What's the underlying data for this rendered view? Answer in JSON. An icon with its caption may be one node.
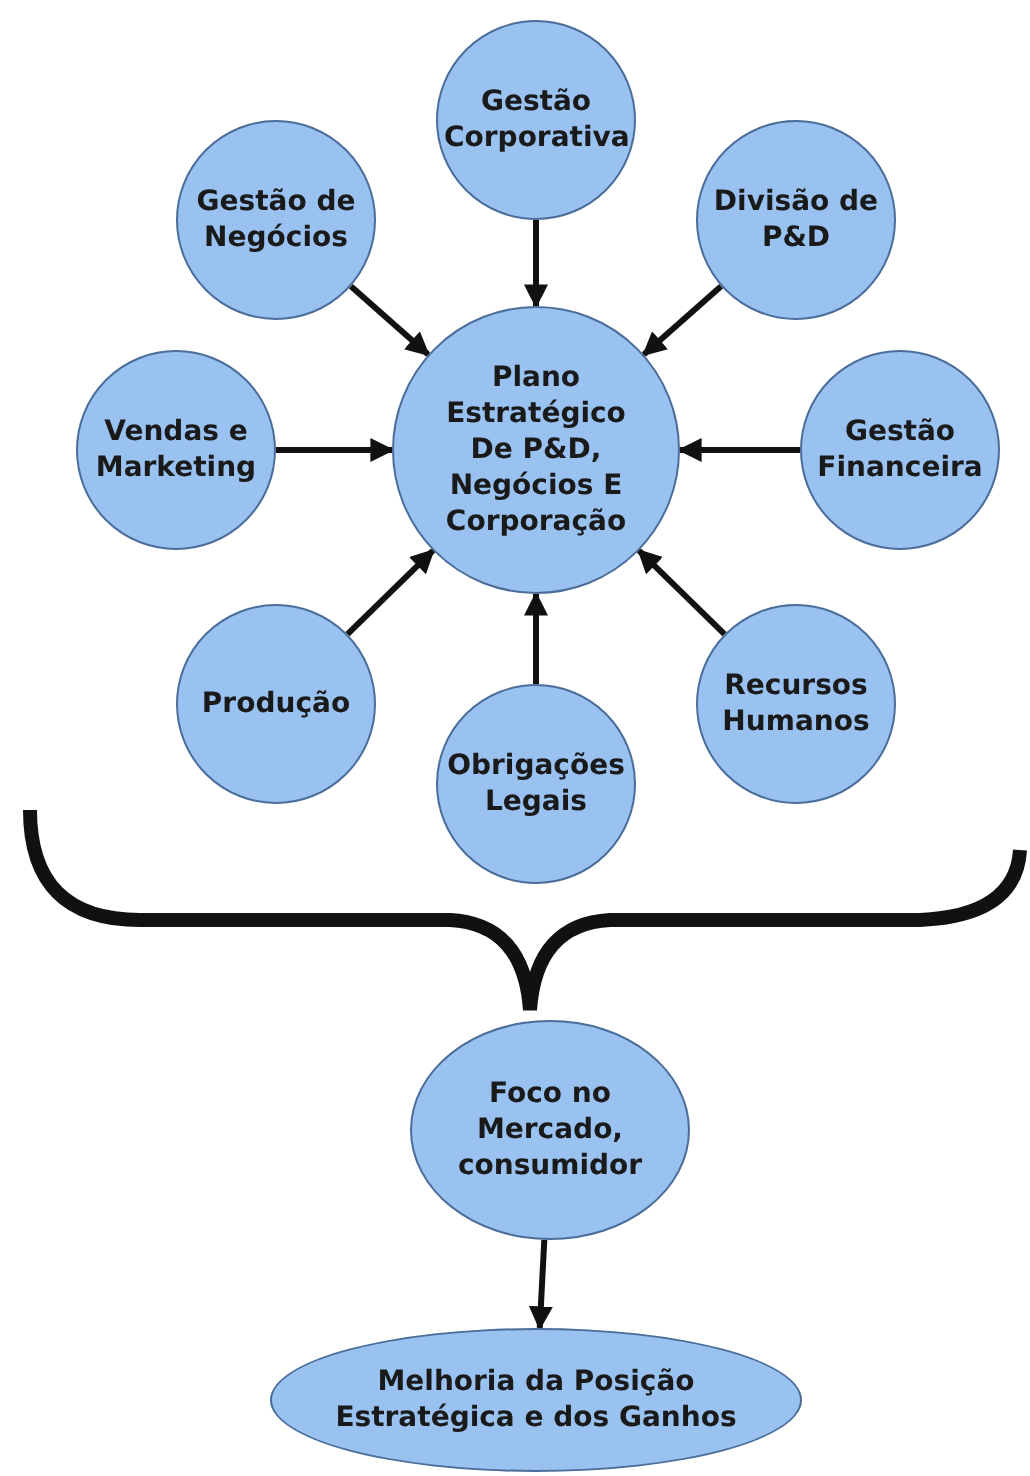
{
  "diagram": {
    "nodes": [
      {
        "text": [
          "Gestão Corporativa"
        ]
      },
      {
        "text": [
          "Gestão de Negócios"
        ]
      },
      {
        "text": [
          "Divisão de P&D"
        ]
      },
      {
        "text": [
          "Plano Estratégico De P&D, Negócios E Corporação"
        ]
      },
      {
        "text": [
          "Vendas e Marketing"
        ]
      },
      {
        "text": [
          "Gestão Financeira"
        ]
      },
      {
        "text": [
          "Produção"
        ]
      },
      {
        "text": [
          "Recursos Humanos"
        ]
      },
      {
        "text": [
          "Obrigações Legais"
        ]
      },
      {
        "text": [
          "Foco no Mercado, consumidor"
        ]
      },
      {
        "text": [
          "Melhoria da Posição Estratégica e dos Ganhos"
        ]
      }
    ],
    "edges": [
      {
        "from": 0,
        "to": 3,
        "arrow": "to"
      },
      {
        "from": 1,
        "to": 3,
        "arrow": "to"
      },
      {
        "from": 2,
        "to": 3,
        "arrow": "to"
      },
      {
        "from": 4,
        "to": 3,
        "arrow": "to"
      },
      {
        "from": 5,
        "to": 3,
        "arrow": "to"
      },
      {
        "from": 6,
        "to": 3,
        "arrow": "to"
      },
      {
        "from": 7,
        "to": 3,
        "arrow": "to"
      },
      {
        "from": 8,
        "to": 3,
        "arrow": "to"
      },
      {
        "from": 9,
        "to": 10,
        "arrow": "to"
      }
    ]
  }
}
